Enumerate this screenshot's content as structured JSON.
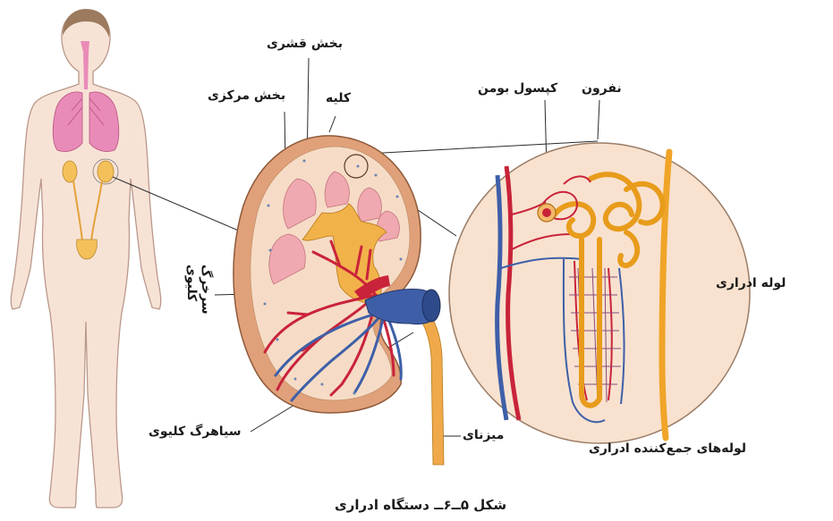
{
  "labels": {
    "cortex": "بخش قشری",
    "medulla": "بخش مرکزی",
    "kidney": "کلیه",
    "bowman_capsule": "کپسول بومن",
    "nephron": "نفرون",
    "urinary_tubule": "لوله ادراری",
    "renal_artery_line1": "سرخرگ",
    "renal_artery_line2": "کلیوی",
    "renal_vein": "سیاهرگ کلیوی",
    "ureter": "میزنای",
    "collecting_ducts": "لوله‌های جمع‌کننده ادراری",
    "caption": "شکل ۵ــ۶ــ دستگاه ادراری"
  },
  "colors": {
    "body_fill": "#f7e3d6",
    "body_stroke": "#b9988a",
    "kidney_outer": "#e0a17a",
    "kidney_cortex": "#f6dcc6",
    "pyramid": "#f0a9b0",
    "pelvis": "#f2b24a",
    "artery": "#c9233a",
    "vein": "#3e5fa8",
    "lung": "#e98bb8",
    "circle_fill": "#f8e2cf",
    "tubule": "#f0a428"
  }
}
